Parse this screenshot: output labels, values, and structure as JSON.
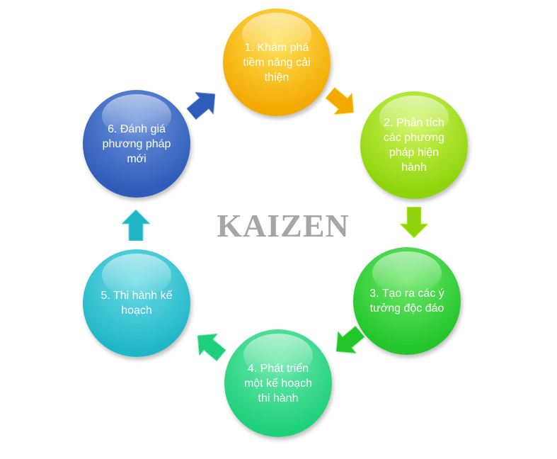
{
  "title": "KAIZEN",
  "steps": [
    {
      "label": "1. Khám phá tiềm năng cải thiện",
      "color_top": "#fde25a",
      "color_bottom": "#f4a900"
    },
    {
      "label": "2. Phân tích các phương pháp hiện hành",
      "color_top": "#cff55a",
      "color_bottom": "#8fd40c"
    },
    {
      "label": "3. Tạo ra các ý tưởng độc đáo",
      "color_top": "#6ee86a",
      "color_bottom": "#22c52a"
    },
    {
      "label": "4. Phát triển một kế hoạch thi hành",
      "color_top": "#6de8ad",
      "color_bottom": "#1fd07a"
    },
    {
      "label": "5. Thi hành kế hoạch",
      "color_top": "#6fdbe6",
      "color_bottom": "#1fb7c8"
    },
    {
      "label": "6. Đánh giá phương pháp mới",
      "color_top": "#6a92dc",
      "color_bottom": "#2f5cb8"
    }
  ]
}
